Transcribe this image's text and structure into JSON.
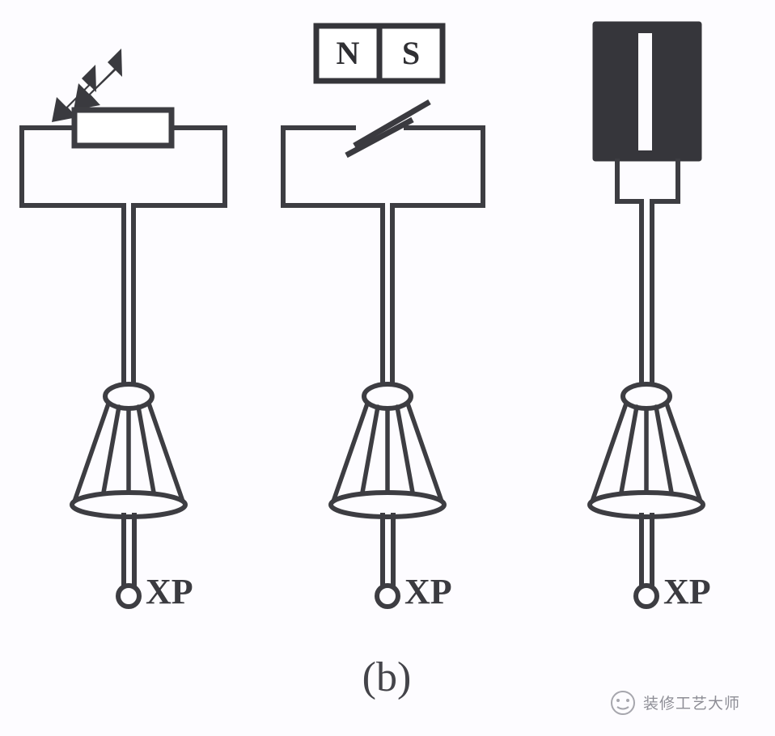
{
  "figure": {
    "caption": "(b)",
    "background_color": "#fdfcff",
    "line_color": "#3d3d42",
    "block_color": "#36363b"
  },
  "circuits": [
    {
      "id": "photoresistor-circuit",
      "sensor_type": "photoresistor",
      "sensor_label": "",
      "indicator": "light-arrows",
      "arrow_count": 2,
      "connector_label": "XP"
    },
    {
      "id": "reed-switch-circuit",
      "sensor_type": "reed-switch",
      "magnet": {
        "north_label": "N",
        "south_label": "S"
      },
      "connector_label": "XP"
    },
    {
      "id": "slotted-sensor-circuit",
      "sensor_type": "slotted-optical-block",
      "sensor_label": "",
      "connector_label": "XP"
    }
  ],
  "watermark": {
    "text": "装修工艺大师",
    "color": "#8e8e96"
  }
}
